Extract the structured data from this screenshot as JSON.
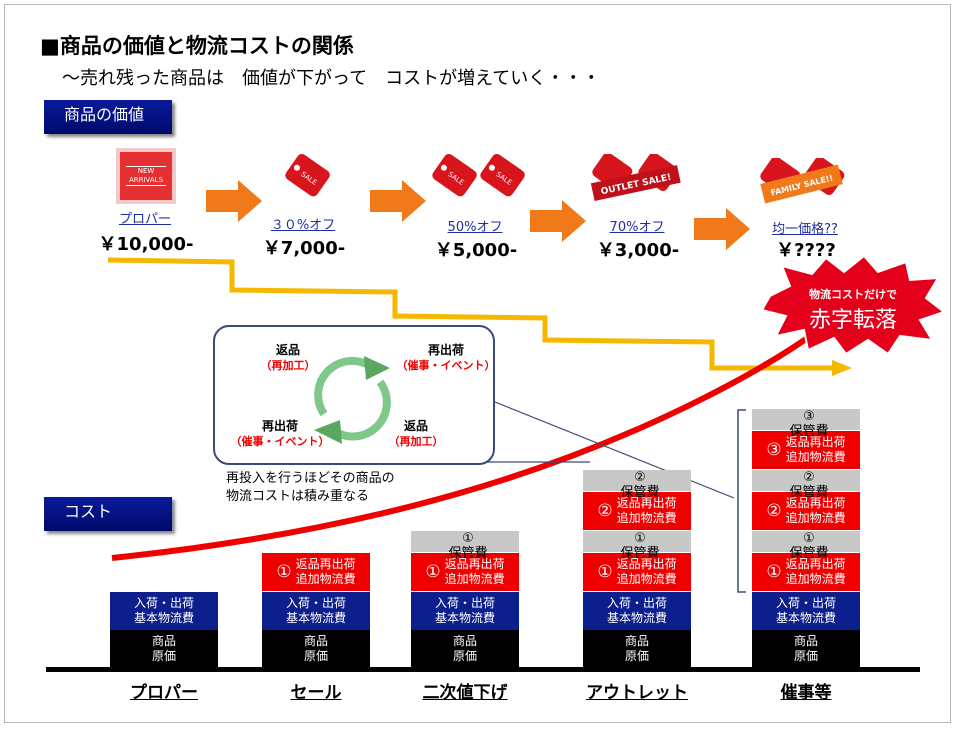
{
  "title": "■商品の価値と物流コストの関係",
  "subtitle": "～売れ残った商品は　価値が下がって　コストが増えていく・・・",
  "section_value": "商品の価値",
  "section_cost": "コスト",
  "price_stages": [
    {
      "label": "プロパー",
      "price": "￥10,000-",
      "tag": "NEW ARRIVALS"
    },
    {
      "label": "３０%オフ",
      "price": "￥7,000-",
      "tag": "SALE"
    },
    {
      "label": "50%オフ",
      "price": "￥5,000-",
      "tag": "SALE"
    },
    {
      "label": "70%オフ",
      "price": "￥3,000-",
      "tag": "OUTLET SALE!"
    },
    {
      "label": "均一価格??",
      "price": "￥????",
      "tag": "FAMILY SALE!!"
    }
  ],
  "burst": {
    "line1": "物流コストだけで",
    "line2": "赤字転落"
  },
  "cycle": {
    "top_left": {
      "title": "返品",
      "sub": "（再加工）"
    },
    "top_right": {
      "title": "再出荷",
      "sub": "（催事・イベント）"
    },
    "bottom_left": {
      "title": "再出荷",
      "sub": "（催事・イベント）"
    },
    "bottom_right": {
      "title": "返品",
      "sub": "（再加工）"
    }
  },
  "bubble_note": {
    "line1": "再投入を行うほどその商品の",
    "line2": "物流コストは積み重なる"
  },
  "cost_blocks": {
    "base_cost": {
      "line1": "商品",
      "line2": "原価"
    },
    "basic_logistics": {
      "line1": "入荷・出荷",
      "line2": "基本物流費"
    },
    "return_line1": "返品再出荷",
    "return_line2": "追加物流費",
    "storage": "保管費",
    "nums": [
      "①",
      "②",
      "③"
    ]
  },
  "x_labels": [
    "プロパー",
    "セール",
    "二次値下げ",
    "アウトレット",
    "催事等"
  ],
  "colors": {
    "navy": "#0c1f8c",
    "red": "#e00000",
    "orange": "#f07a1a",
    "yellow": "#f5b800"
  }
}
